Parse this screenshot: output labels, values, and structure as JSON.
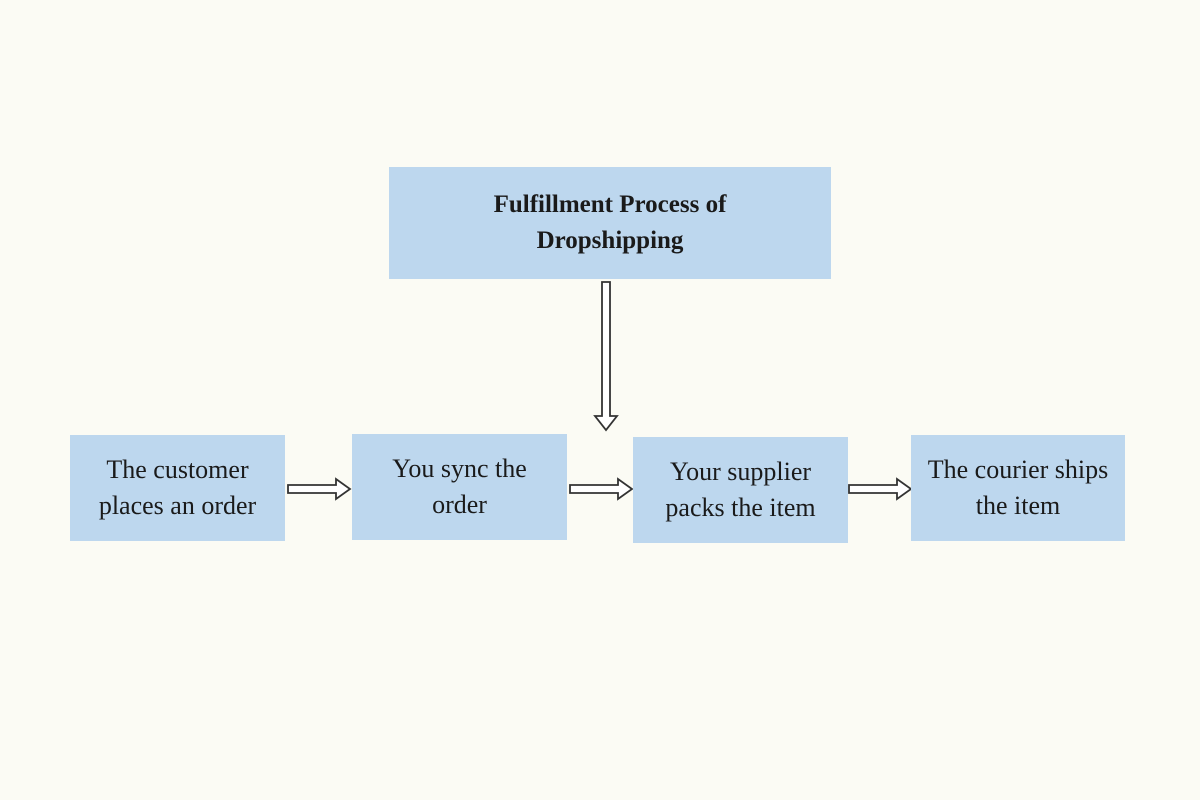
{
  "diagram": {
    "title": "Fulfillment Process of Dropshipping",
    "steps": [
      "The customer places an order",
      "You sync the order",
      "Your supplier packs the item",
      "The courier ships the item"
    ]
  },
  "colors": {
    "background": "#fbfbf4",
    "box_fill": "#bdd7ee",
    "text": "#1a1a1a",
    "arrow_fill": "#ffffff",
    "arrow_stroke": "#333333"
  }
}
